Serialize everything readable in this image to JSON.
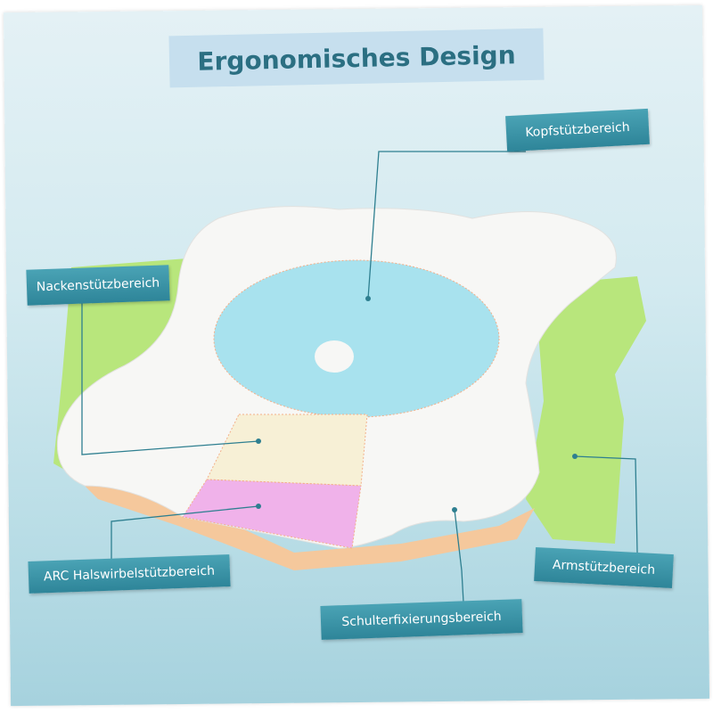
{
  "title": "Ergonomisches Design",
  "labels": {
    "head": "Kopfstützbereich",
    "neck": "Nackenstützbereich",
    "arc": "ARC Halswirbelstützbereich",
    "shoulder": "Schulterfixierungsbereich",
    "arm": "Armstützbereich"
  },
  "colors": {
    "label_bg": "#2e8599",
    "title_bg": "#c6dfee",
    "head_zone": "#a8e2ee",
    "neck_zone": "#f7f0d6",
    "arc_zone": "#f0b2ea",
    "side_foam": "#b8e67c",
    "base_foam": "#f5c89c"
  }
}
